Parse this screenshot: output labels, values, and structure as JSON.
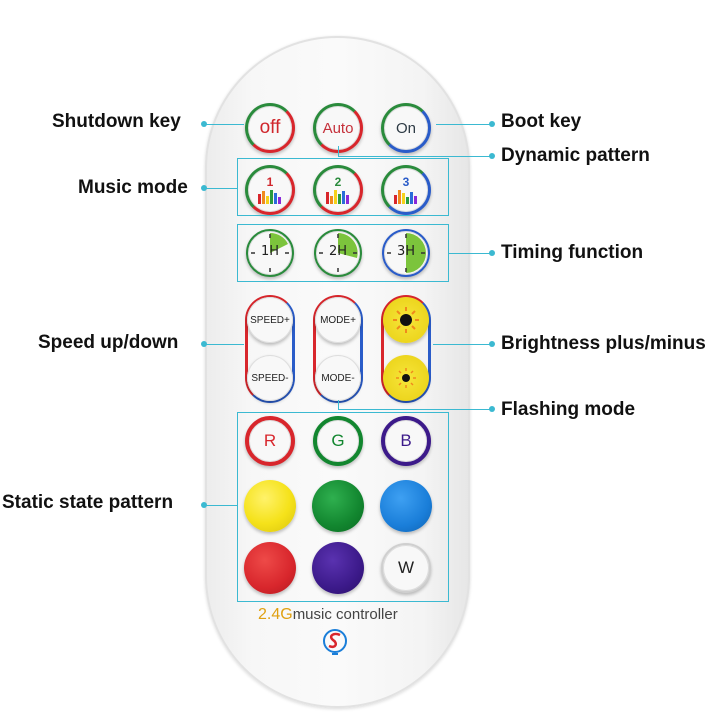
{
  "remote": {
    "keys": {
      "off": "off",
      "auto": "Auto",
      "on": "On",
      "music1": "1",
      "music2": "2",
      "music3": "3",
      "timer1": "1H",
      "timer2": "2H",
      "timer3": "3H",
      "speed_up": "SPEED+",
      "speed_down": "SPEED-",
      "mode_up": "MODE+",
      "mode_down": "MODE-",
      "red": "R",
      "green": "G",
      "blue": "B",
      "white": "W"
    },
    "brand_line": {
      "prefix": "2.4G",
      "suffix": "music controller"
    },
    "colors": {
      "yellow": "#f5e21a",
      "green": "#12862f",
      "blue": "#1a7ed9",
      "red": "#d8262c",
      "purple": "#3c1a8a"
    }
  },
  "labels": {
    "shutdown": "Shutdown key",
    "boot": "Boot key",
    "dynamic": "Dynamic pattern",
    "music": "Music mode",
    "timing": "Timing function",
    "speed": "Speed up/down",
    "brightness": "Brightness plus/minus",
    "flashing": "Flashing mode",
    "static": "Static state pattern"
  },
  "accent": "#3bb9d1"
}
